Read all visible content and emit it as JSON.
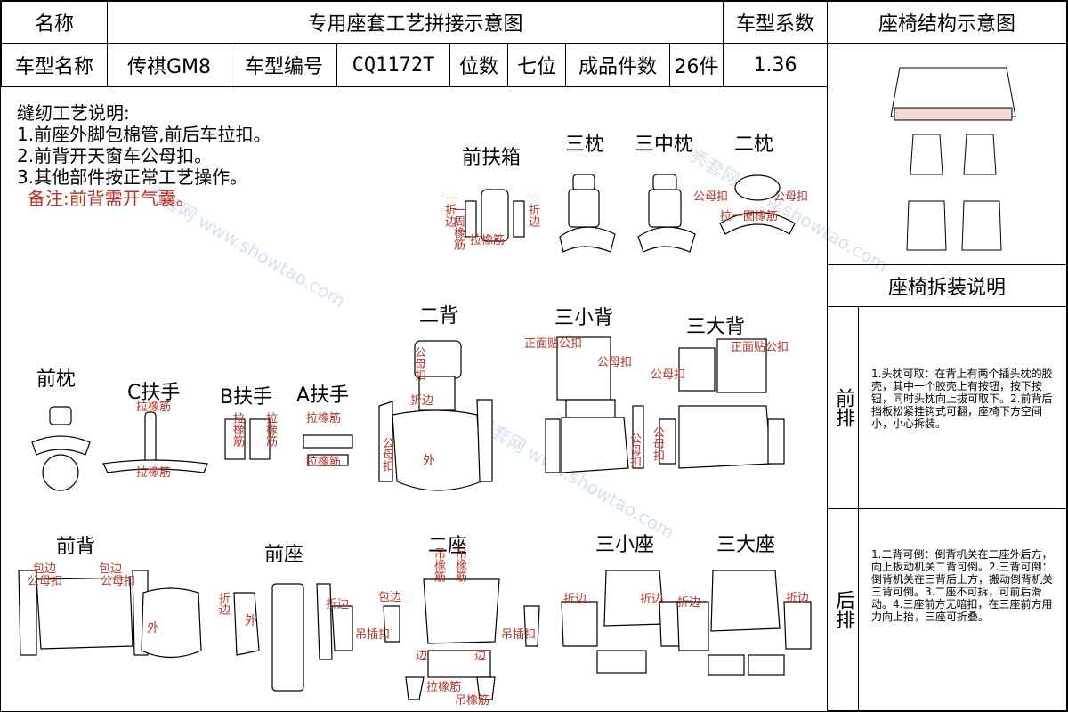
{
  "header": {
    "name_label": "名称",
    "title": "专用座套工艺拼接示意图",
    "coef_label": "车型系数",
    "right_title": "座椅结构示意图",
    "model_label": "车型名称",
    "model_value": "传祺GM8",
    "code_label": "车型编号",
    "code_value": "CQ1172T",
    "seats_label": "位数",
    "seats_value": "七位",
    "pieces_label": "成品件数",
    "pieces_value": "26件",
    "coef_value": "1.36"
  },
  "notes": {
    "title": "缝纫工艺说明:",
    "items": [
      "1.前座外脚包棉管,前后车拉扣。",
      "2.前背开天窗车公母扣。",
      "3.其他部件按正常工艺操作。"
    ],
    "remark": "备注:前背需开气囊。"
  },
  "section_labels": {
    "front_armbox": "前扶箱",
    "third_pillow": "三枕",
    "third_mid_pillow": "三中枕",
    "second_pillow": "二枕",
    "second_back": "二背",
    "third_small_back": "三小背",
    "third_big_back": "三大背",
    "front_pillow": "前枕",
    "c_arm": "C扶手",
    "b_arm": "B扶手",
    "a_arm": "A扶手",
    "front_back": "前背",
    "front_seat": "前座",
    "second_seat": "二座",
    "third_small_seat": "三小座",
    "third_big_seat": "三大座"
  },
  "annotations": {
    "fold_edge": "折边",
    "one_fold_edge": "一折边",
    "one_round_band": "一周橡筋",
    "pull_band": "拉橡筋",
    "male_female": "公母扣",
    "pull_round_band": "拉一圈橡筋",
    "male_female_v": "公母扣",
    "front_stick": "正面贴公扣",
    "male_clip": "公母扣",
    "outer": "外",
    "wrap_edge": "包边",
    "hang_band": "吊橡筋",
    "hang_clip": "吊插扣",
    "edge": "边"
  },
  "right_panel": {
    "disassembly_title": "座椅拆装说明",
    "front_row": "前排",
    "front_text": "1.头枕可取：在背上有两个插头枕的胶壳，其中一个胶壳上有按钮，按下按钮，同时头枕向上拔可取下。2.前背后挡板松紧挂钩式可翻，座椅下方空间小，小心拆装。",
    "rear_row": "后排",
    "rear_text": "1.二背可倒：倒背机关在二座外后方，向上扳动机关二背可倒。2.三背可倒：倒背机关在三背后上方，搬动倒背机关三背可倒。3.二座不可拆，可前后滑动。4.三座前方无暗扣，在三座前方用力向上抬，三座可折叠。"
  },
  "watermark": {
    "text": "秀套网 www.showtao.com"
  }
}
